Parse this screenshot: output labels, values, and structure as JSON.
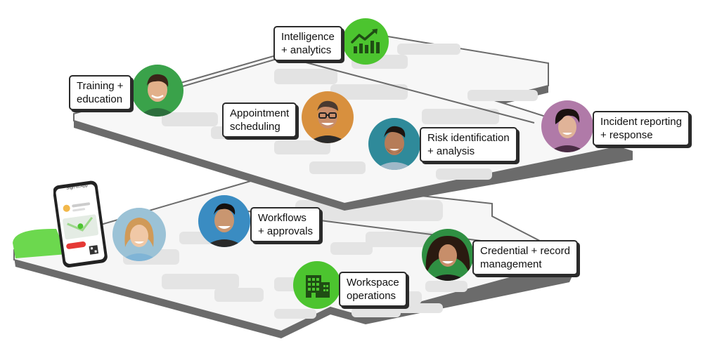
{
  "colors": {
    "accent": "#4cc42f",
    "accent_dark": "#2f9a1a",
    "platform_edge": "#6b6b6b",
    "platform_fill": "#f5f5f5",
    "tile": "#e3e3e3",
    "ink": "#2b2b2b"
  },
  "labels": {
    "intelligence": [
      "Intelligence",
      "+ analytics"
    ],
    "training": [
      "Training +",
      "education"
    ],
    "appointment": [
      "Appointment",
      "scheduling"
    ],
    "risk": [
      "Risk identification",
      "+ analysis"
    ],
    "incident": [
      "Incident reporting",
      "+ response"
    ],
    "workflows": [
      "Workflows",
      "+ approvals"
    ],
    "credential": [
      "Credential + record",
      "management"
    ],
    "workspace": [
      "Workspace",
      "operations"
    ]
  },
  "icons": {
    "intelligence": "bar-chart-trend-icon",
    "workspace": "office-building-icon"
  },
  "phone": {
    "app_title": "Sign In App"
  }
}
